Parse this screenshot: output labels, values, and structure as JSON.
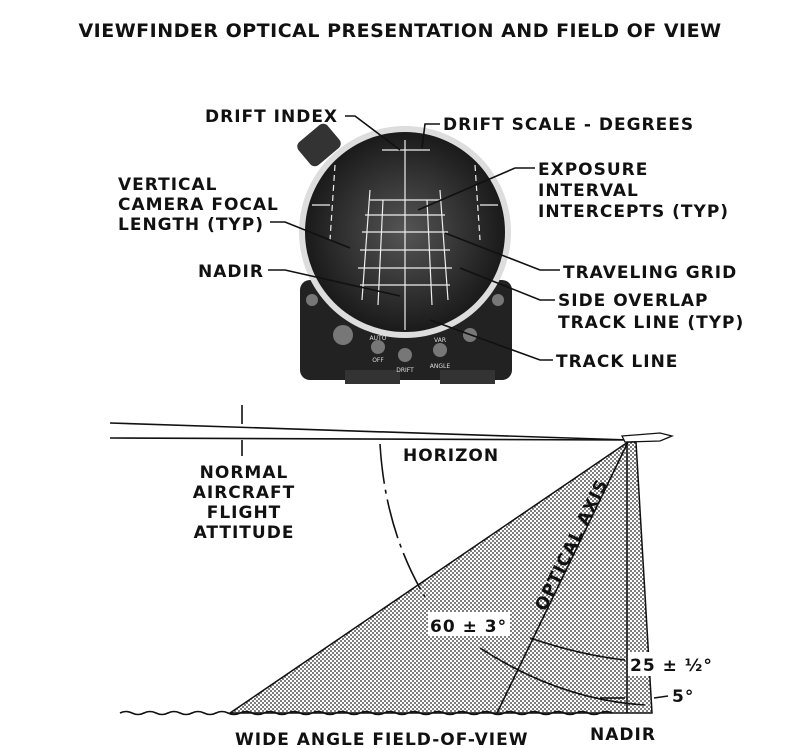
{
  "title": "VIEWFINDER OPTICAL PRESENTATION AND FIELD OF VIEW",
  "viewfinder_labels": {
    "drift_index": "DRIFT INDEX",
    "drift_scale": "DRIFT SCALE - DEGREES",
    "focal_length": [
      "VERTICAL",
      "CAMERA FOCAL",
      "LENGTH (TYP)"
    ],
    "exposure": [
      "EXPOSURE",
      "INTERVAL",
      "INTERCEPTS (TYP)"
    ],
    "nadir": "NADIR",
    "traveling_grid": "TRAVELING GRID",
    "side_overlap": [
      "SIDE OVERLAP",
      "TRACK LINE (TYP)"
    ],
    "track_line": "TRACK LINE",
    "panel_labels": [
      "DRIFT",
      "AUTO",
      "OFF",
      "VAR",
      "ANGLE"
    ]
  },
  "field_of_view": {
    "horizon": "HORIZON",
    "attitude": [
      "NORMAL",
      "AIRCRAFT",
      "FLIGHT",
      "ATTITUDE"
    ],
    "optical_axis": "OPTICAL AXIS",
    "angle_60": "60 ± 3°",
    "angle_25": "25 ± ½°",
    "angle_5": "5°",
    "nadir": "NADIR",
    "wide_angle": "WIDE ANGLE FIELD-OF-VIEW"
  }
}
